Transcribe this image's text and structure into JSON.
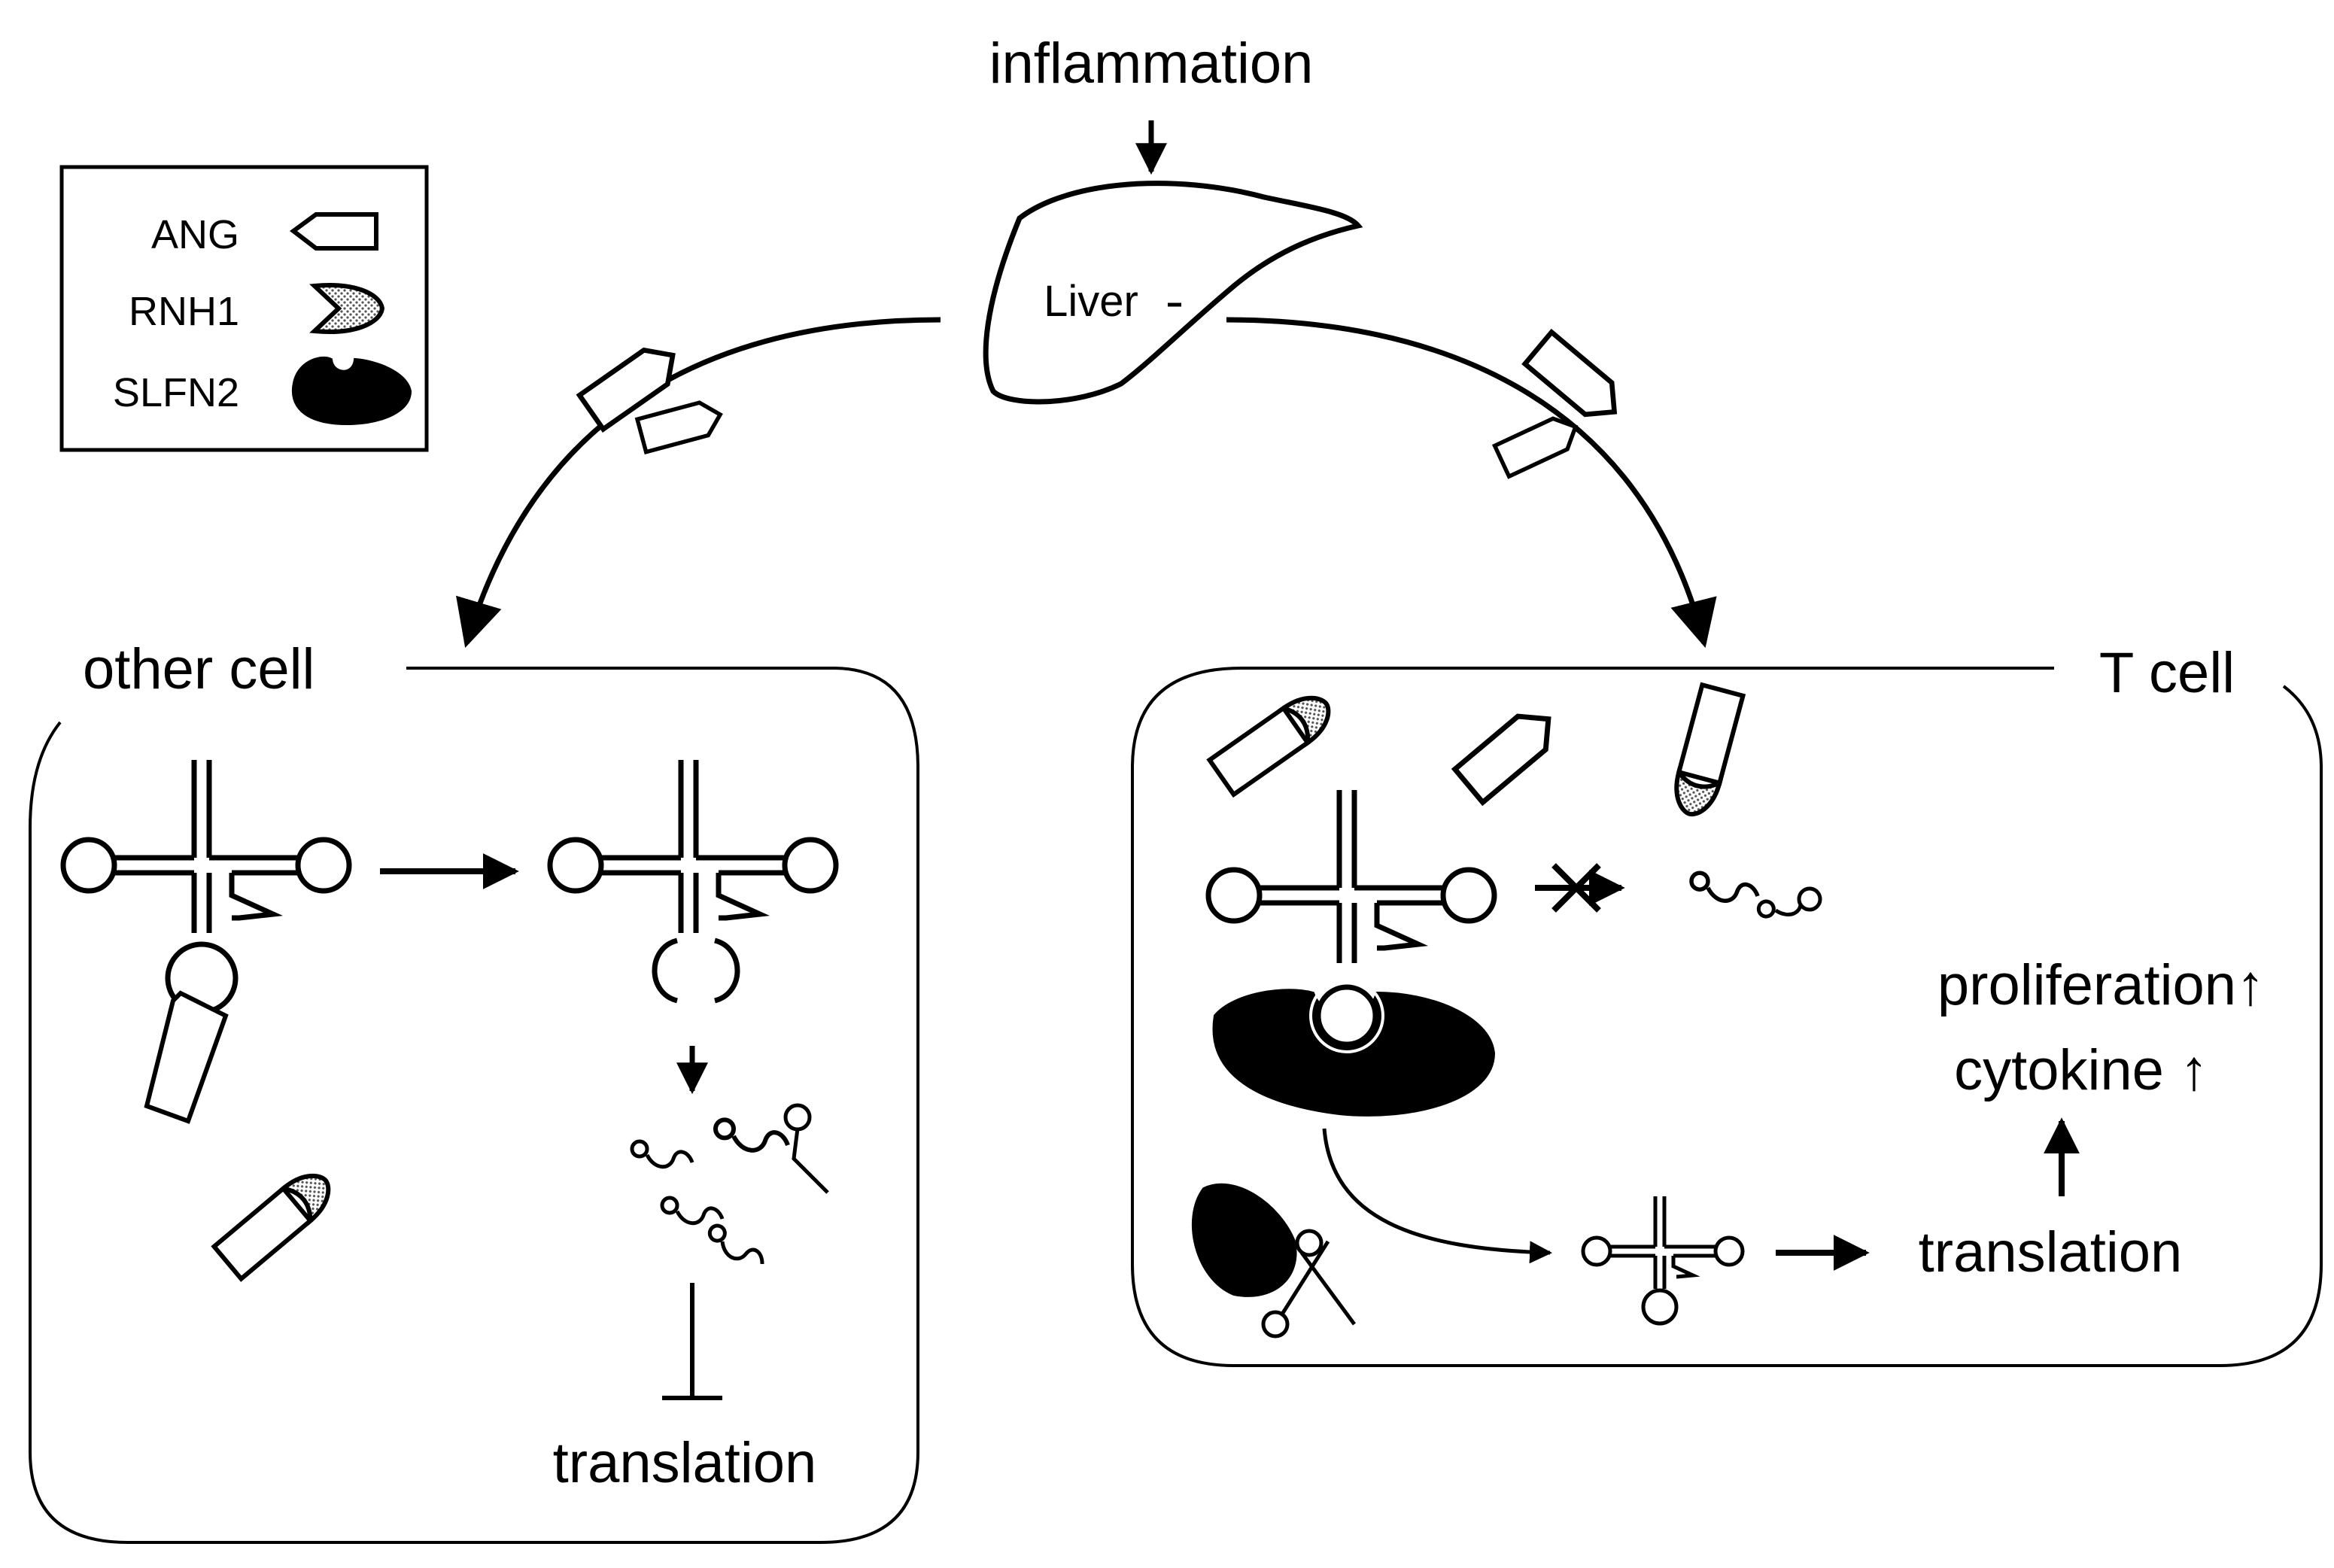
{
  "top_label": "inflammation",
  "organ_label": "Liver",
  "legend": [
    {
      "label": "ANG",
      "icon": "ang-pentagon-icon"
    },
    {
      "label": "RNH1",
      "icon": "rnh1-chevron-icon"
    },
    {
      "label": "SLFN2",
      "icon": "slfn2-blob-icon"
    }
  ],
  "left_panel": {
    "title": "other cell",
    "outcome": "translation"
  },
  "right_panel": {
    "title": "T cell",
    "translation": "translation",
    "cytokine": "cytokine ↑",
    "proliferation": "proliferation↑"
  },
  "colors": {
    "stroke": "#000000",
    "background": "#ffffff",
    "stipple": "#777777"
  }
}
